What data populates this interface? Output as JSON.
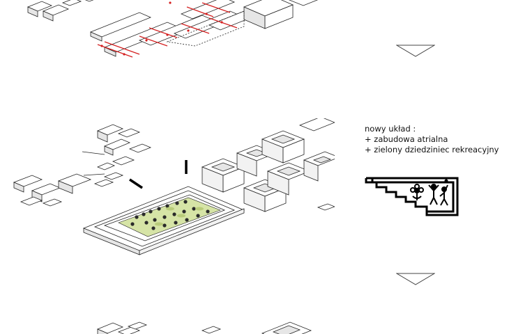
{
  "caption": {
    "line1": "nowy układ :",
    "line2": "+ zabudowa atrialna",
    "line3": "+ zielony dziedziniec rekreacyjny"
  },
  "colors": {
    "linework": "#222222",
    "block_fill": "#ffffff",
    "block_side": "#e6e6e6",
    "highlight_red": "#d42020",
    "courtyard_green": "#d6e4a6",
    "tree_dark": "#2a2a2a",
    "arrow_stroke": "#444444"
  },
  "icons": {
    "arrow": "down-triangle-arrow",
    "concept": "stepped-building-with-flower-and-people-icon"
  }
}
